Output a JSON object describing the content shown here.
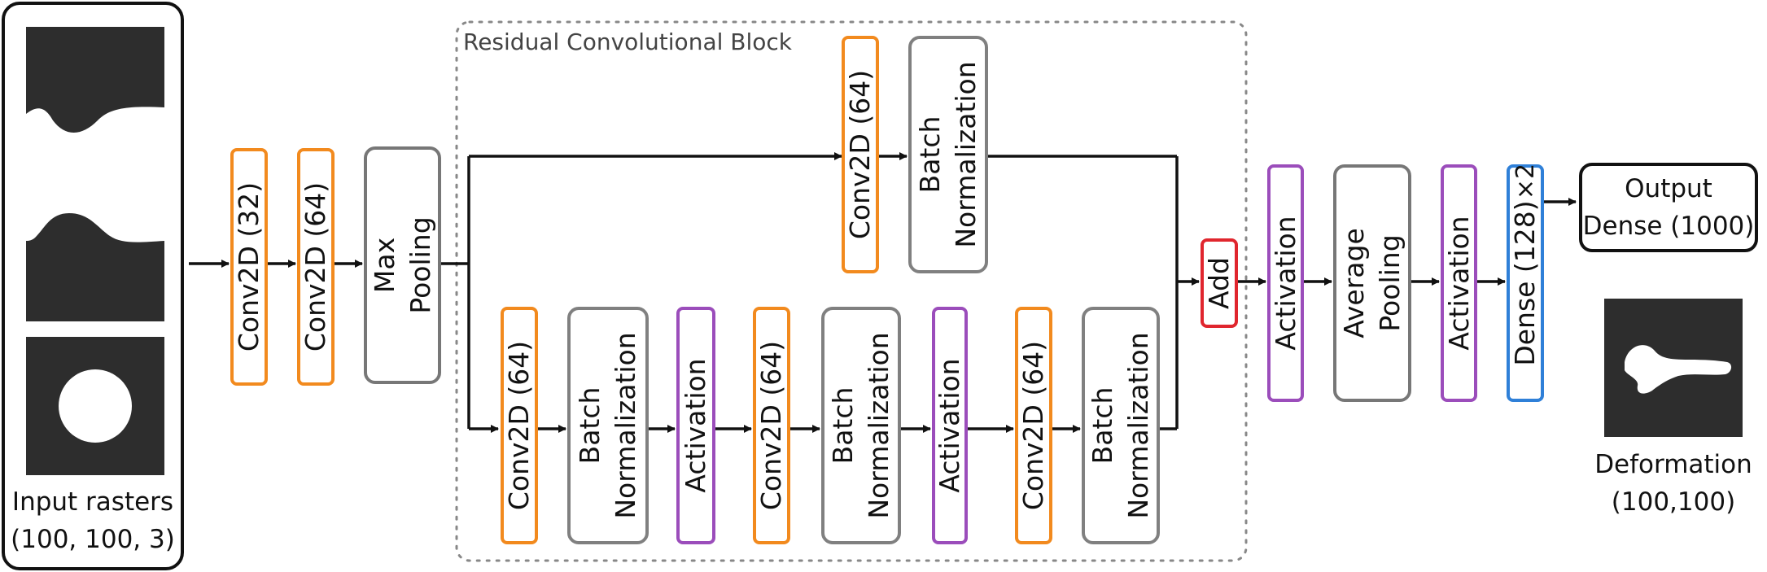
{
  "input": {
    "label_line1": "Input rasters",
    "label_line2": "(100, 100, 3)"
  },
  "stem": {
    "conv1": "Conv2D (32)",
    "conv2": "Conv2D (64)",
    "pool_line1": "Max",
    "pool_line2": "Pooling"
  },
  "residual_block": {
    "title": "Residual Convolutional Block",
    "shortcut": {
      "conv": "Conv2D (64)",
      "bn_line1": "Batch",
      "bn_line2": "Normalization"
    },
    "main": {
      "conv_a": "Conv2D (64)",
      "bn_a_line1": "Batch",
      "bn_a_line2": "Normalization",
      "act_a": "Activation",
      "conv_b": "Conv2D (64)",
      "bn_b_line1": "Batch",
      "bn_b_line2": "Normalization",
      "act_b": "Activation",
      "conv_c": "Conv2D (64)",
      "bn_c_line1": "Batch",
      "bn_c_line2": "Normalization"
    },
    "add": "Add"
  },
  "head": {
    "act1": "Activation",
    "pool_line1": "Average",
    "pool_line2": "Pooling",
    "act2": "Activation",
    "dense": "Dense (128)",
    "repeat": "×2"
  },
  "output": {
    "line1": "Output",
    "line2": "Dense (1000)",
    "deformation_line1": "Deformation",
    "deformation_line2": "(100,100)"
  },
  "colors": {
    "conv": "#f28a1e",
    "activation": "#9b4dbb",
    "dense": "#2f80d8",
    "add": "#e0262e",
    "norm_pool": "#808080",
    "raster": "#2d2d2d"
  }
}
